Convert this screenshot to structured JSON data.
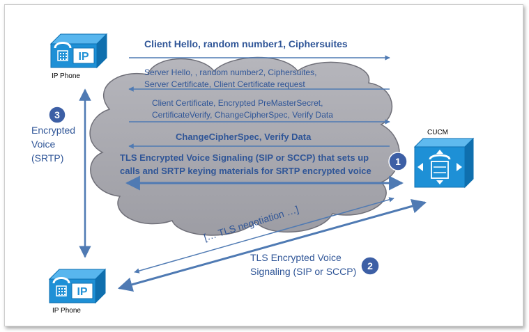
{
  "messages": {
    "client_hello": "Client Hello, random number1, Ciphersuites",
    "server_hello_line1": "Server Hello, , random number2, Ciphersuites,",
    "server_hello_line2": "Server Certificate, Client Certificate request",
    "client_cert_line1": "Client Certificate, Encrypted PreMasterSecret,",
    "client_cert_line2": "CertificateVerify, ChangeCipherSpec, Verify Data",
    "change_cipher": "ChangeCipherSpec, Verify Data",
    "tls_signaling_line1": "TLS Encrypted Voice Signaling (SIP or SCCP) that sets up",
    "tls_signaling_line2": "calls and SRTP keying materials for SRTP encrypted voice"
  },
  "encrypted_voice": "Encrypted\nVoice\n(SRTP)",
  "tls_voice_line1": "TLS Encrypted Voice",
  "tls_voice_line2": "Signaling (SIP or SCCP)",
  "tls_negotiation": "[… TLS negotiation …]",
  "phones": {
    "top_label": "IP Phone",
    "bottom_label": "IP Phone",
    "screen_text": "IP"
  },
  "cucm_label": "CUCM",
  "steps": {
    "one": "1",
    "two": "2",
    "three": "3"
  },
  "colors": {
    "arrow": "#4f7ab3",
    "cloud": "#a8a8ae",
    "badge": "#3d5fa5",
    "phone": "#1e90d6",
    "text": "#2f5597"
  }
}
